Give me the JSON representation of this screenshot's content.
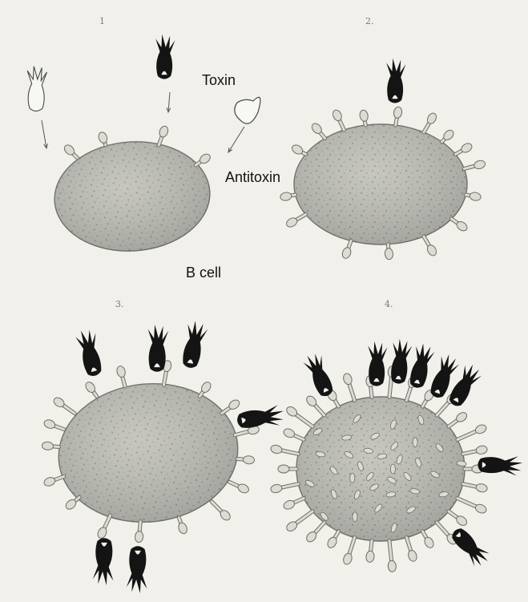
{
  "labels": {
    "toxin": "Toxin",
    "antitoxin": "Antitoxin",
    "b_cell": "B cell"
  },
  "panel_numbers": [
    "1",
    "2.",
    "3.",
    "4."
  ],
  "colors": {
    "paper": "#f1f0ea",
    "cell_fill": "#b9b9b1",
    "cell_stroke": "#6f6f68",
    "receptor_fill": "#dcdcd5",
    "toxin_fill": "#141414",
    "label_text": "#111111"
  }
}
